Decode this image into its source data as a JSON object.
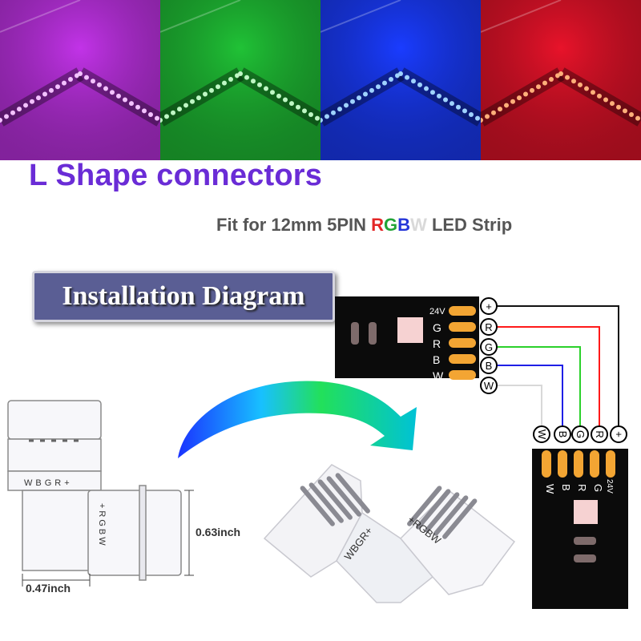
{
  "photos": [
    {
      "name": "purple",
      "color": "#c233e8",
      "dot": "#f3c2ff"
    },
    {
      "name": "green",
      "color": "#20c236",
      "dot": "#bff7c4"
    },
    {
      "name": "blue",
      "color": "#1a3cff",
      "dot": "#9fd3ff"
    },
    {
      "name": "red",
      "color": "#e8132a",
      "dot": "#ffb07a"
    }
  ],
  "title": "L Shape connectors",
  "subtitle": {
    "prefix": "Fit for 12mm 5PIN ",
    "r": "R",
    "g": "G",
    "b": "B",
    "w": "W",
    "suffix": " LED Strip"
  },
  "banner": "Installation Diagram",
  "strip": {
    "voltage": "24V",
    "pins": [
      "G",
      "R",
      "B",
      "W"
    ]
  },
  "wires": [
    {
      "label": "+",
      "color": "#111111"
    },
    {
      "label": "R",
      "color": "#ff1a1a"
    },
    {
      "label": "G",
      "color": "#2bd12b"
    },
    {
      "label": "B",
      "color": "#1f1fe6"
    },
    {
      "label": "W",
      "color": "#d8d8d8"
    }
  ],
  "connector": {
    "side_letters": "WBGR+",
    "front_letters": "+RGBW",
    "height_label": "0.63inch",
    "width_label": "0.47inch"
  },
  "colors": {
    "title": "#6a2cd6",
    "banner": "#5a5e94",
    "pcb": "#0b0b0b",
    "pad": "#f3a533"
  }
}
